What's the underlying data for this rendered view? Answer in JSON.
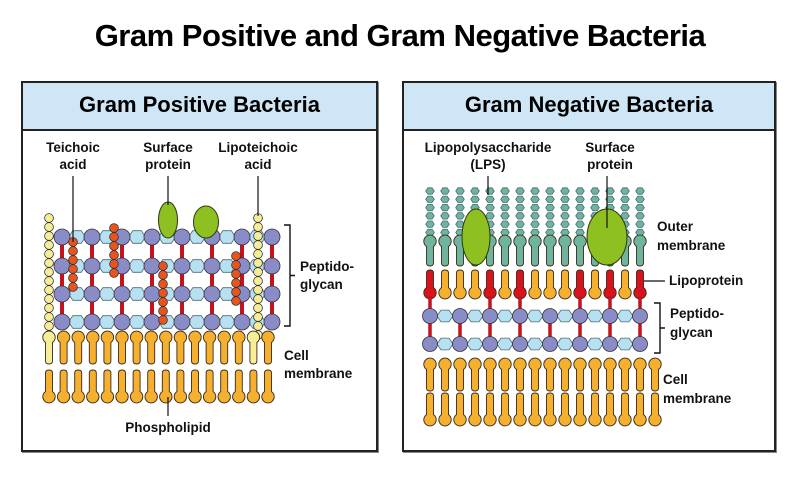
{
  "title": "Gram Positive and Gram Negative Bacteria",
  "colors": {
    "header_bg": "#cfe6f6",
    "nam_nag_circle": "#8a8cc8",
    "sugar_hexagon": "#b7e0f0",
    "peptide_bridge": "#c3131f",
    "teichoic_acid": "#e8541e",
    "lipoteichoic_acid": "#f6ee96",
    "surface_protein": "#8fc021",
    "phospholipid": "#f4b02e",
    "lps": "#6fb49c",
    "lipoprotein": "#d9121c"
  },
  "gram_positive": {
    "header": "Gram Positive Bacteria",
    "labels": {
      "teichoic_acid": [
        "Teichoic",
        "acid"
      ],
      "surface_protein": [
        "Surface",
        "protein"
      ],
      "lipoteichoic_acid": [
        "Lipoteichoic",
        "acid"
      ],
      "peptidoglycan": [
        "Peptido-",
        "glycan"
      ],
      "cell_membrane": [
        "Cell",
        "membrane"
      ],
      "phospholipid": "Phospholipid"
    }
  },
  "gram_negative": {
    "header": "Gram Negative Bacteria",
    "labels": {
      "lps": [
        "Lipopolysaccharide",
        "(LPS)"
      ],
      "surface_protein": [
        "Surface",
        "protein"
      ],
      "outer_membrane": [
        "Outer",
        "membrane"
      ],
      "lipoprotein": "Lipoprotein",
      "peptidoglycan": [
        "Peptido-",
        "glycan"
      ],
      "cell_membrane": [
        "Cell",
        "membrane"
      ]
    }
  }
}
